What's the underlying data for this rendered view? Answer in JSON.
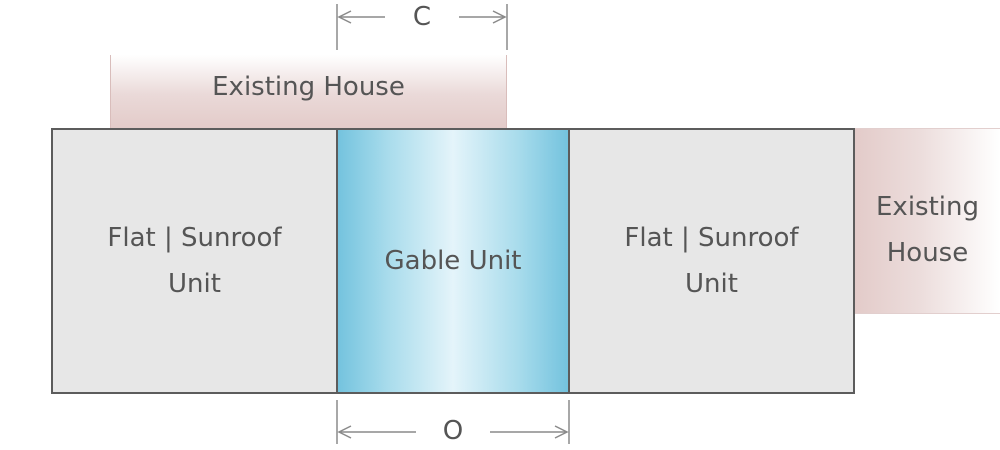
{
  "existing_house_top": {
    "label": "Existing House"
  },
  "existing_house_right": {
    "label_line1": "Existing",
    "label_line2": "House"
  },
  "units": {
    "left": {
      "line1": "Flat | Sunroof",
      "line2": "Unit"
    },
    "center": {
      "label": "Gable Unit"
    },
    "right": {
      "line1": "Flat | Sunroof",
      "line2": "Unit"
    }
  },
  "dimensions": {
    "top": {
      "label": "C"
    },
    "bottom": {
      "label": "O"
    }
  },
  "colors": {
    "unit_fill": "#e7e7e7",
    "gable_fill": "#a9dcec",
    "house_fill": "#e3cbc9",
    "outline": "#5c5c5c"
  }
}
